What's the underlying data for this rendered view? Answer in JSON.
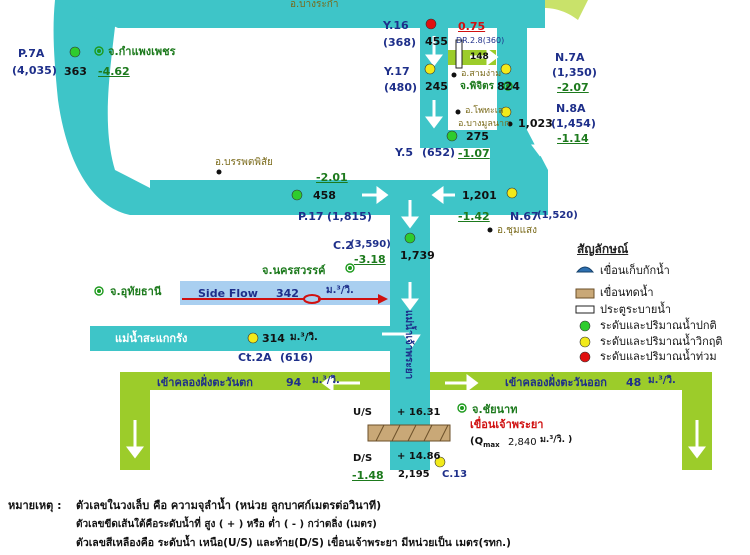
{
  "stations": {
    "p7a": {
      "code": "P.7A",
      "cap": "(4,035)",
      "flow": "363",
      "province": "จ.กำแพงเพชร",
      "level": "-4.62"
    },
    "y16": {
      "code": "Y.16",
      "cap": "(368)",
      "flow": "455"
    },
    "dr": {
      "level": "0.75",
      "code": "DR.2.8(360)",
      "flow": "148"
    },
    "y17": {
      "code": "Y.17",
      "cap": "(480)",
      "flow": "245",
      "district": "อ.สามง่าม",
      "province": "จ.พิจิตร"
    },
    "n7a": {
      "code": "N.7A",
      "cap": "(1,350)",
      "flow": "824",
      "level": "-2.07"
    },
    "n8a": {
      "code": "N.8A",
      "cap": "(1,454)",
      "flow": "1,023",
      "level": "-1.14"
    },
    "y5": {
      "code": "Y.5",
      "cap": "(652)",
      "flow": "275",
      "level": "-1.07",
      "district_a": "อ.โพทะเล",
      "district_b": "อ.บางมูลนาก"
    },
    "p17": {
      "code": "P.17",
      "cap": "(1,815)",
      "flow": "458",
      "level": "-2.01",
      "district": "อ.บรรพตพิสัย"
    },
    "n67": {
      "code": "N.67",
      "cap": "(1,520)",
      "flow": "1,201",
      "level": "-1.42",
      "district": "อ.ชุมแสง"
    },
    "c2": {
      "code": "C.2",
      "cap": "(3,590)",
      "level": "-3.18",
      "flow": "1,739",
      "province": "จ.นครสวรรค์"
    },
    "ct2a": {
      "code": "Ct.2A",
      "cap": "(616)",
      "flow": "314",
      "unit": "ม.³/วิ."
    },
    "c13": {
      "code": "C.13",
      "province": "จ.ชัยนาท",
      "dam": "เขื่อนเจ้าพระยา",
      "qmax_label": "(Q",
      "qmax_sub": "max",
      "qmax_value": "2,840",
      "qmax_unit": "ม.³/วิ.   )"
    },
    "top_district": "อ.บางระกำ"
  },
  "rivers": {
    "sakae_krang": "แม่น้ำสะแกกรัง",
    "chao_phraya": "แม่น้ำเจ้าพระยา"
  },
  "side_flow": {
    "province": "จ.อุทัยธานี",
    "label": "Side Flow",
    "value": "342",
    "unit": "ม.³/วิ."
  },
  "canals": {
    "west": {
      "label": "เข้าคลองฝั่งตะวันตก",
      "value": "94",
      "unit": "ม.³/วิ."
    },
    "east": {
      "label": "เข้าคลองฝั่งตะวันออก",
      "value": "48",
      "unit": "ม.³/วิ."
    }
  },
  "dam": {
    "us_label": "U/S",
    "us_value": "+ 16.31",
    "ds_label": "D/S",
    "ds_value": "+ 14.86",
    "ds_level": "-1.48",
    "ds_flow": "2,195"
  },
  "legend": {
    "title": "สัญลักษณ์",
    "items": [
      {
        "label": "เขื่อนเก็บกักน้ำ"
      },
      {
        "label": "เขื่อนทดน้ำ"
      },
      {
        "label": "ประตูระบายน้ำ"
      },
      {
        "label": "ระดับและปริมาณน้ำปกติ",
        "color": "#2ecc2e"
      },
      {
        "label": "ระดับและปริมาณน้ำวิกฤติ",
        "color": "#f2ea1a"
      },
      {
        "label": "ระดับและปริมาณน้ำท่วม",
        "color": "#e01010"
      }
    ]
  },
  "notes": {
    "heading": "หมายเหตุ :",
    "line1": "ตัวเลขในวงเล็บ คือ ความจุลำน้ำ (หน่วย ลูกบาศก์เมตรต่อวินาที)",
    "line2": "ตัวเลขขีดเส้นใต้คือระดับน้ำที่ สูง ( + ) หรือ ต่ำ ( - ) กว่าตลิ่ง (เมตร)",
    "line3": "ตัวเลขสีเหลืองคือ ระดับน้ำ เหนือ(U/S) และท้าย(D/S) เขื่อนเจ้าพระยา  มีหน่วยเป็น เมตร(รทก.)"
  },
  "colors": {
    "river": "#3ec5c8",
    "canal": "#9ccc2a",
    "normal": "#2ecc2e",
    "critical": "#f2ea1a",
    "flood": "#e01010"
  }
}
